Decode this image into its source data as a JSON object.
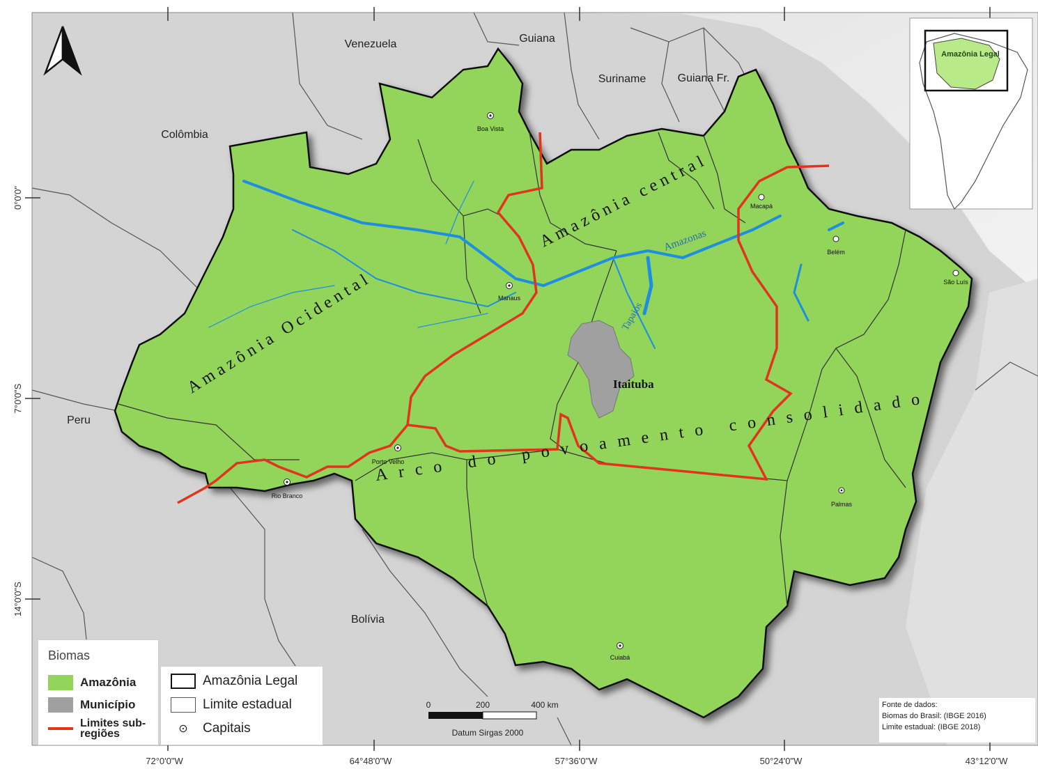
{
  "countries": {
    "venezuela": "Venezuela",
    "guiana": "Guiana",
    "suriname": "Suriname",
    "guiana_fr": "Guiana Fr.",
    "colombia": "Colômbia",
    "peru": "Peru",
    "bolivia": "Bolívia"
  },
  "regions": {
    "ocidental": "Amazônia Ocidental",
    "central": "Amazônia central",
    "arco": "Arco do povoamento consolidado"
  },
  "rivers": {
    "amazonas": "Amazonas",
    "tapajos": "Tapajós"
  },
  "municipio": "Itaituba",
  "capitals": [
    "Boa Vista",
    "Manaus",
    "Macapá",
    "Belém",
    "São Luís",
    "Porto Velho",
    "Rio Branco",
    "Palmas",
    "Cuiabá"
  ],
  "inset": {
    "label": "Amazônia Legal"
  },
  "axes": {
    "x_ticks": [
      "72°0'0\"W",
      "64°48'0\"W",
      "57°36'0\"W",
      "50°24'0\"W",
      "43°12'0\"W"
    ],
    "y_ticks": [
      "0°0'0\"",
      "7°0'0\"S",
      "14°0'0\"S"
    ]
  },
  "scale": {
    "labels": [
      "0",
      "200",
      "400 km"
    ],
    "datum": "Datum Sirgas 2000"
  },
  "legend": {
    "biomas_title": "Biomas",
    "amazonia": "Amazônia",
    "municipio": "Município",
    "limites": "Limites sub-regiões",
    "amazonia_legal": "Amazônia Legal",
    "limite_estadual": "Limite estadual",
    "capitais": "Capitais"
  },
  "source": {
    "title": "Fonte de dados:",
    "line1": "Biomas do Brasil: (IBGE 2016)",
    "line2": "Limite estadual: (IBGE 2018)"
  },
  "colors": {
    "amazonia": "#93d45a",
    "municipio": "#a0a0a0",
    "limites": "#e0341c",
    "river": "#1e8fe0",
    "background": "#d6d6d6"
  }
}
